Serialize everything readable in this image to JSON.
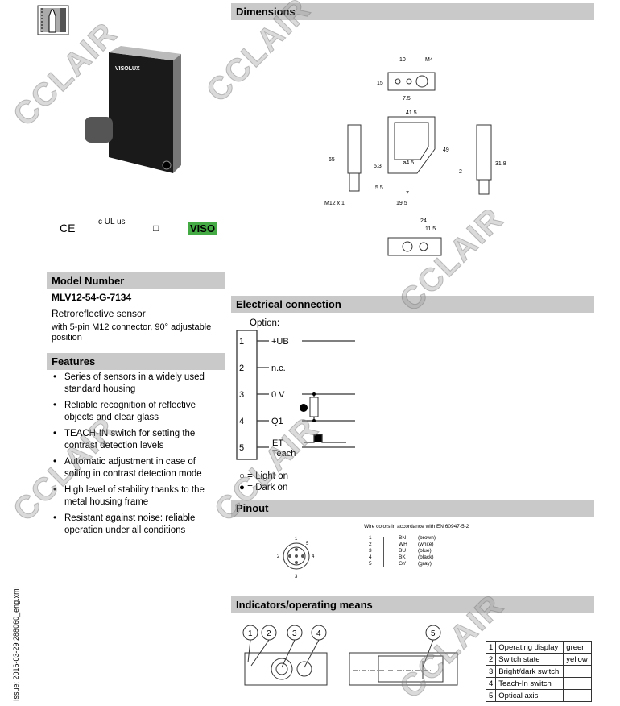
{
  "watermark": "CCLAIR",
  "left": {
    "certifications": [
      "CE",
      "c UL us",
      "□",
      "VISO"
    ],
    "model_header": "Model Number",
    "model_number": "MLV12-54-G-7134",
    "sensor_type": "Retroreflective sensor",
    "description": "with 5-pin M12 connector, 90° adjustable position",
    "features_header": "Features",
    "features": [
      "Series of sensors in a widely used standard housing",
      "Reliable recognition of reflective objects and clear glass",
      "TEACH-IN switch for setting the contrast detection levels",
      "Automatic adjustment in case of soiling in contrast detection mode",
      "High level of stability thanks to the metal housing frame",
      "Resistant against noise: reliable operation under all conditions"
    ],
    "issue": "Issue: 2016-03-29   288060_eng.xml"
  },
  "dimensions": {
    "header": "Dimensions",
    "labels": [
      "10",
      "M4",
      "15",
      "7.5",
      "41.5",
      "65",
      "49",
      "31.8",
      "5.3",
      "ø4.5",
      "2",
      "5.5",
      "7",
      "19.5",
      "M12 x 1",
      "24",
      "11.5"
    ]
  },
  "electrical": {
    "header": "Electrical connection",
    "option": "Option:",
    "pins": [
      {
        "n": "1",
        "label": "+UB"
      },
      {
        "n": "2",
        "label": "n.c."
      },
      {
        "n": "3",
        "label": "0 V"
      },
      {
        "n": "4",
        "label": "Q1"
      },
      {
        "n": "5",
        "label": "ET"
      }
    ],
    "teach": "Teach",
    "legend": [
      {
        "symbol": "○",
        "text": "= Light on"
      },
      {
        "symbol": "●",
        "text": "= Dark on"
      }
    ]
  },
  "pinout": {
    "header": "Pinout",
    "note": "Wire colors in accordance with EN 60947-5-2",
    "wires": [
      {
        "n": "1",
        "code": "BN",
        "color": "(brown)"
      },
      {
        "n": "2",
        "code": "WH",
        "color": "(white)"
      },
      {
        "n": "3",
        "code": "BU",
        "color": "(blue)"
      },
      {
        "n": "4",
        "code": "BK",
        "color": "(black)"
      },
      {
        "n": "5",
        "code": "GY",
        "color": "(gray)"
      }
    ],
    "pin_numbers": [
      "1",
      "2",
      "3",
      "4",
      "5"
    ]
  },
  "indicators": {
    "header": "Indicators/operating means",
    "callouts": [
      "1",
      "2",
      "3",
      "4",
      "5"
    ],
    "rows": [
      {
        "n": "1",
        "name": "Operating display",
        "color": "green"
      },
      {
        "n": "2",
        "name": "Switch state",
        "color": "yellow"
      },
      {
        "n": "3",
        "name": "Bright/dark switch",
        "color": ""
      },
      {
        "n": "4",
        "name": "Teach-In switch",
        "color": ""
      },
      {
        "n": "5",
        "name": "Optical axis",
        "color": ""
      }
    ]
  }
}
